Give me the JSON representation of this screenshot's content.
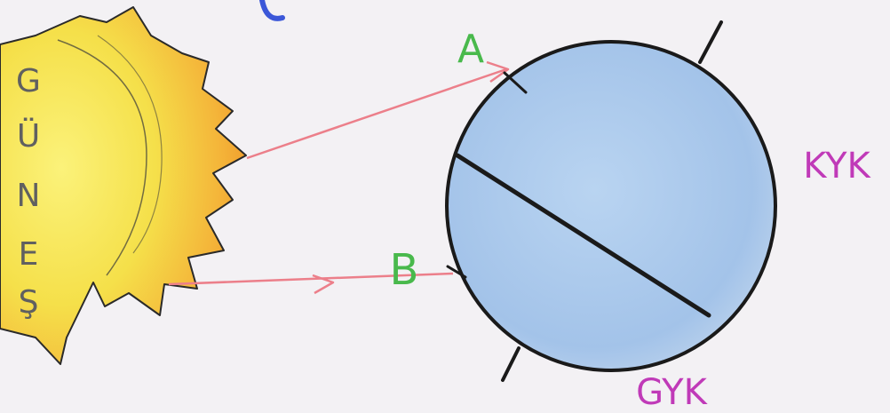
{
  "sun": {
    "letters": [
      "G",
      "Ü",
      "N",
      "E",
      "Ş"
    ]
  },
  "points": {
    "a": "A",
    "b": "B"
  },
  "hemispheres": {
    "north": "KYK",
    "south": "GYK"
  },
  "colors": {
    "background": "#f3f1f4",
    "sun_inner": "#f5e04a",
    "sun_outer": "#f29a2a",
    "earth_fill": "#a9c8ea",
    "ray": "#ec7f8a",
    "point_label": "#49b94c",
    "hemisphere_label": "#c03ab8",
    "sun_label": "#606060",
    "outline": "#1a1a1a"
  }
}
